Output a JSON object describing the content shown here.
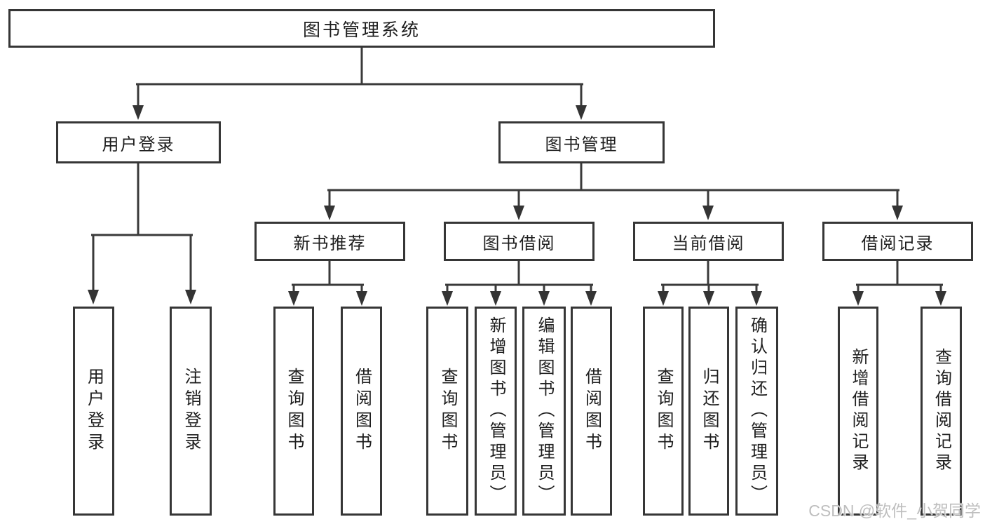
{
  "tree": {
    "root": {
      "label": "图书管理系统"
    },
    "branches": [
      {
        "label": "用户登录",
        "children": [
          {
            "label": "用户登录"
          },
          {
            "label": "注销登录"
          }
        ]
      },
      {
        "label": "图书管理",
        "sections": [
          {
            "label": "新书推荐",
            "children": [
              {
                "label": "查询图书"
              },
              {
                "label": "借阅图书"
              }
            ]
          },
          {
            "label": "图书借阅",
            "children": [
              {
                "label": "查询图书"
              },
              {
                "label": "新增图书（管理员）"
              },
              {
                "label": "编辑图书（管理员）"
              },
              {
                "label": "借阅图书"
              }
            ]
          },
          {
            "label": "当前借阅",
            "children": [
              {
                "label": "查询图书"
              },
              {
                "label": "归还图书"
              },
              {
                "label": "确认归还（管理员）"
              }
            ]
          },
          {
            "label": "借阅记录",
            "children": [
              {
                "label": "新增借阅记录"
              },
              {
                "label": "查询借阅记录"
              }
            ]
          }
        ]
      }
    ]
  },
  "watermark": {
    "text": "CSDN @软件_小贺同学"
  },
  "colors": {
    "line": "#3a3a3a",
    "border": "#363636",
    "text": "#1e1e1e",
    "watermark": "#bababa"
  }
}
